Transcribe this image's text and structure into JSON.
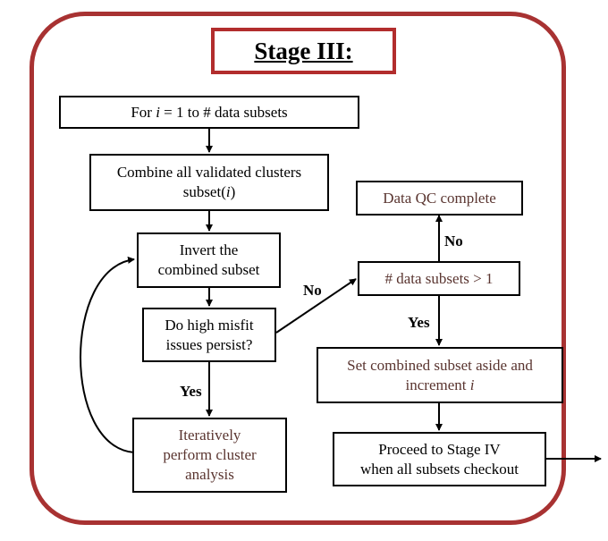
{
  "title": "Stage III:",
  "nodes": {
    "for_loop": {
      "pre": "For ",
      "var": "i",
      "post": " = 1 to # data subsets"
    },
    "combine": {
      "line1": "Combine all validated clusters",
      "line2_pre": "subset(",
      "line2_var": "i",
      "line2_post": ")"
    },
    "invert": {
      "line1": "Invert the",
      "line2": "combined subset"
    },
    "misfit": {
      "line1": "Do high misfit",
      "line2": "issues persist?"
    },
    "cluster": {
      "line1": "Iteratively",
      "line2": "perform cluster",
      "line3": "analysis"
    },
    "data_qc": {
      "text": "Data QC complete"
    },
    "subsets_check": {
      "text": "# data subsets > 1"
    },
    "set_aside": {
      "line1": "Set combined subset aside and",
      "line2_pre": "increment ",
      "line2_var": "i"
    },
    "proceed": {
      "line1": "Proceed to Stage IV",
      "line2": "when all  subsets checkout"
    }
  },
  "edge_labels": {
    "misfit_no": "No",
    "misfit_yes": "Yes",
    "subsets_no": "No",
    "subsets_yes": "Yes"
  },
  "colors": {
    "frame": "#a83232",
    "title_border": "#b22d2d",
    "brown_text": "#5a3530"
  }
}
